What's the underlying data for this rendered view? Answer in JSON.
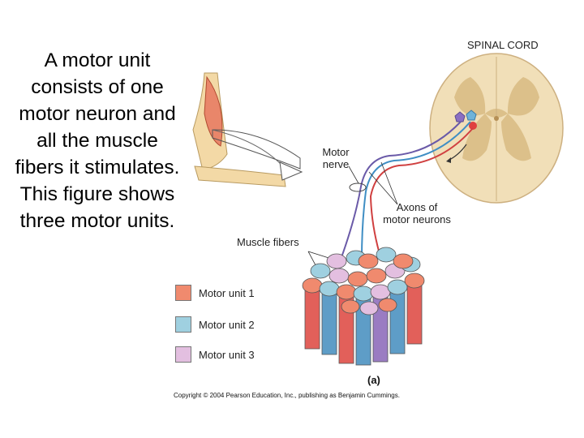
{
  "caption": "A motor unit\nconsists of one\nmotor neuron and\nall the muscle\nfibers it stimulates.\nThis figure shows\nthree motor units.",
  "labels": {
    "spinal_cord": "SPINAL CORD",
    "motor_nerve": "Motor\nnerve",
    "axons": "Axons of\nmotor neurons",
    "muscle_fibers": "Muscle fibers",
    "panel": "(a)"
  },
  "legend": [
    {
      "label": "Motor unit 1",
      "color": "#f08a6e"
    },
    {
      "label": "Motor unit 2",
      "color": "#9fd0e0"
    },
    {
      "label": "Motor unit 3",
      "color": "#e3bfe0"
    }
  ],
  "copyright": "Copyright © 2004 Pearson Education, Inc., publishing as Benjamin Cummings.",
  "colors": {
    "spinal_cord": "#f1dfb8",
    "gray_matter": "#dcc08a",
    "arm": "#f3d9a6",
    "muscle": "#e9866a",
    "unit1": "#f08a6e",
    "unit2": "#9fd0e0",
    "unit3": "#e3bfe0",
    "cylinder_red": "#e2605a",
    "cylinder_blue": "#5e9dc7",
    "cylinder_purple": "#9a7cc2"
  }
}
